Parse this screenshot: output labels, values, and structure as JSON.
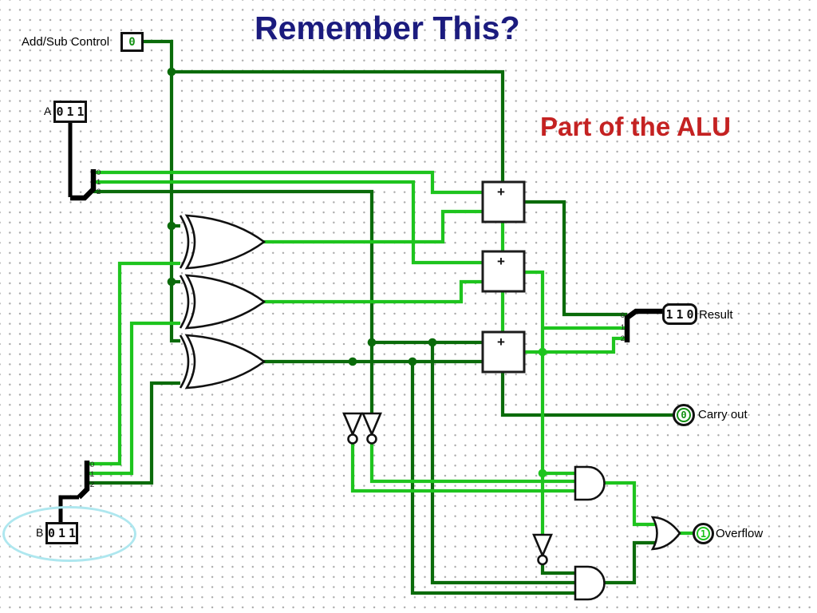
{
  "slide": {
    "title": "Remember This?",
    "subtitle": "Part of the ALU"
  },
  "colors": {
    "wire_on": "#1ec41e",
    "wire_off": "#0a6b0a",
    "title_navy": "#1b1b7e",
    "subtitle_red": "#c42222"
  },
  "pins": {
    "add_sub_control": {
      "label": "Add/Sub Control",
      "value": "0"
    },
    "input_a": {
      "label": "A",
      "value": "011"
    },
    "input_b": {
      "label": "B",
      "value": "011"
    },
    "result": {
      "label": "Result",
      "value": "110"
    },
    "carry_out": {
      "label": "Carry out",
      "value": "0"
    },
    "overflow": {
      "label": "Overflow",
      "value": "1"
    }
  },
  "splitters": {
    "a": {
      "bits": [
        "0",
        "1",
        "2"
      ]
    },
    "b": {
      "bits": [
        "0",
        "1",
        "2"
      ]
    },
    "result": {
      "bits": [
        "0",
        "1",
        "2"
      ]
    }
  },
  "components": {
    "adder_symbol": "+"
  }
}
